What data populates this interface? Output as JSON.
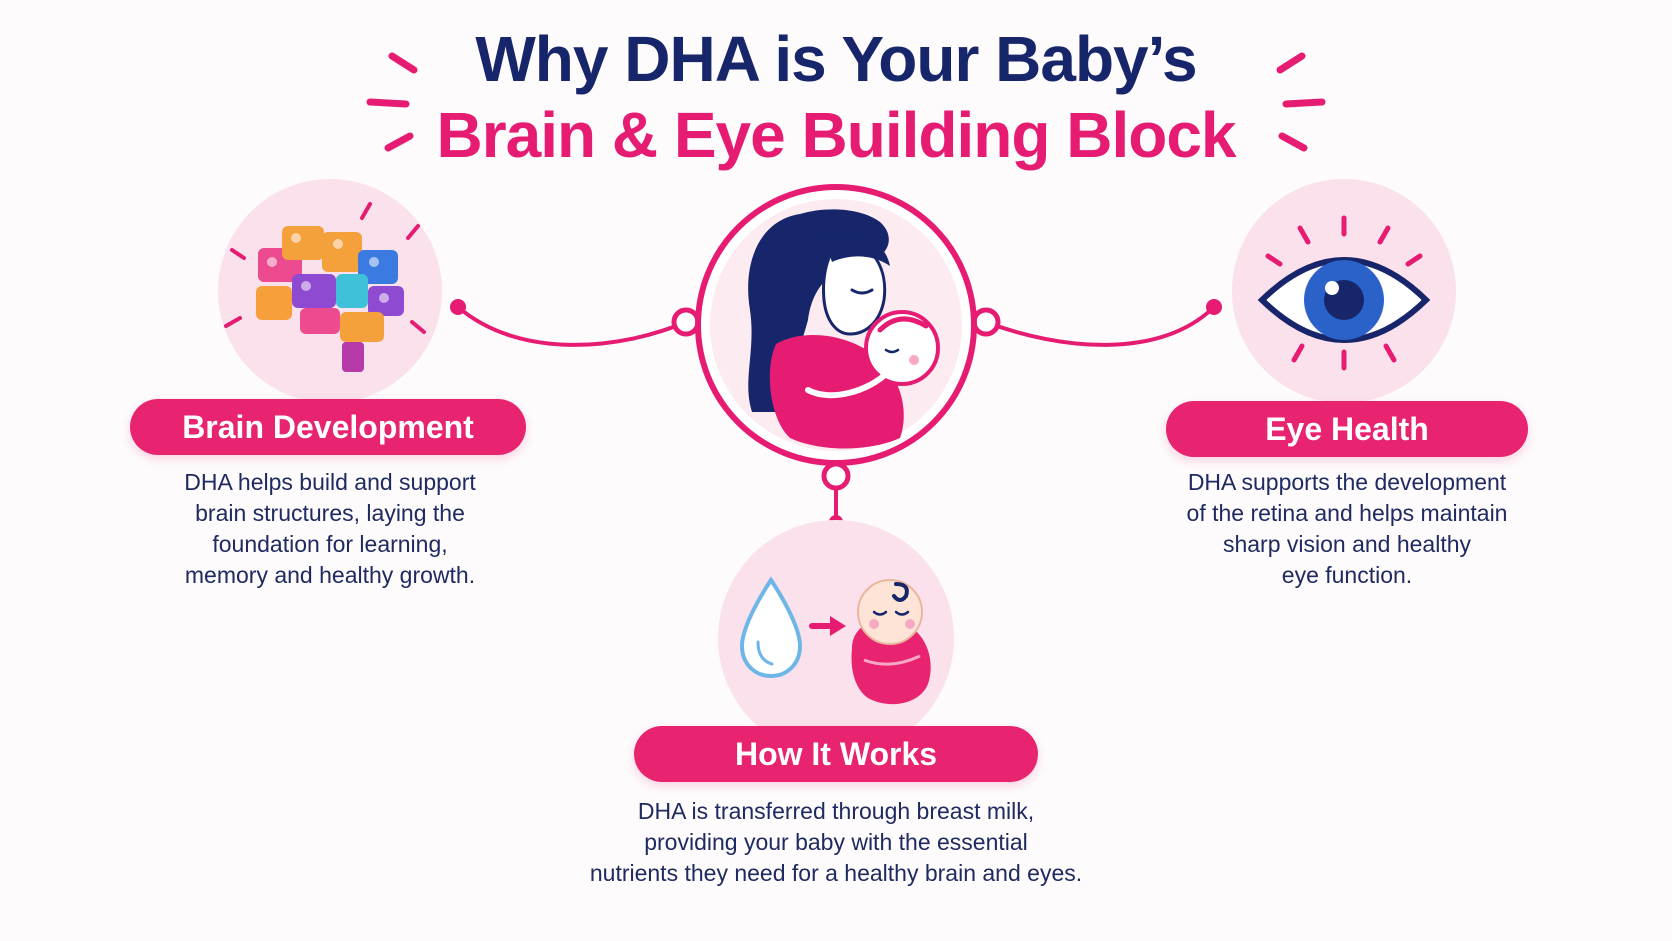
{
  "title": {
    "line1": "Why DHA is Your Baby’s",
    "line2": "Brain & Eye Building Block"
  },
  "colors": {
    "navy": "#17266b",
    "pink": "#e61c72",
    "soft_pink": "#fbe1eb",
    "eye_blue": "#2a62c9"
  },
  "icons": {
    "center": "mother-holding-baby-icon",
    "left": "building-block-brain-icon",
    "right": "eye-icon",
    "bottom": "milk-drop-to-baby-icon"
  },
  "sections": {
    "brain": {
      "label": "Brain Development",
      "lines": [
        "DHA helps build and support",
        "brain structures, laying the",
        "foundation for learning,",
        "memory and healthy growth."
      ]
    },
    "eye": {
      "label": "Eye Health",
      "lines": [
        "DHA supports the development",
        "of the retina and helps maintain",
        "sharp vision and healthy",
        "eye function."
      ]
    },
    "how": {
      "label": "How It Works",
      "lines": [
        "DHA is transferred through breast milk,",
        "providing your baby with the essential",
        "nutrients they need for a healthy brain and eyes."
      ]
    }
  }
}
